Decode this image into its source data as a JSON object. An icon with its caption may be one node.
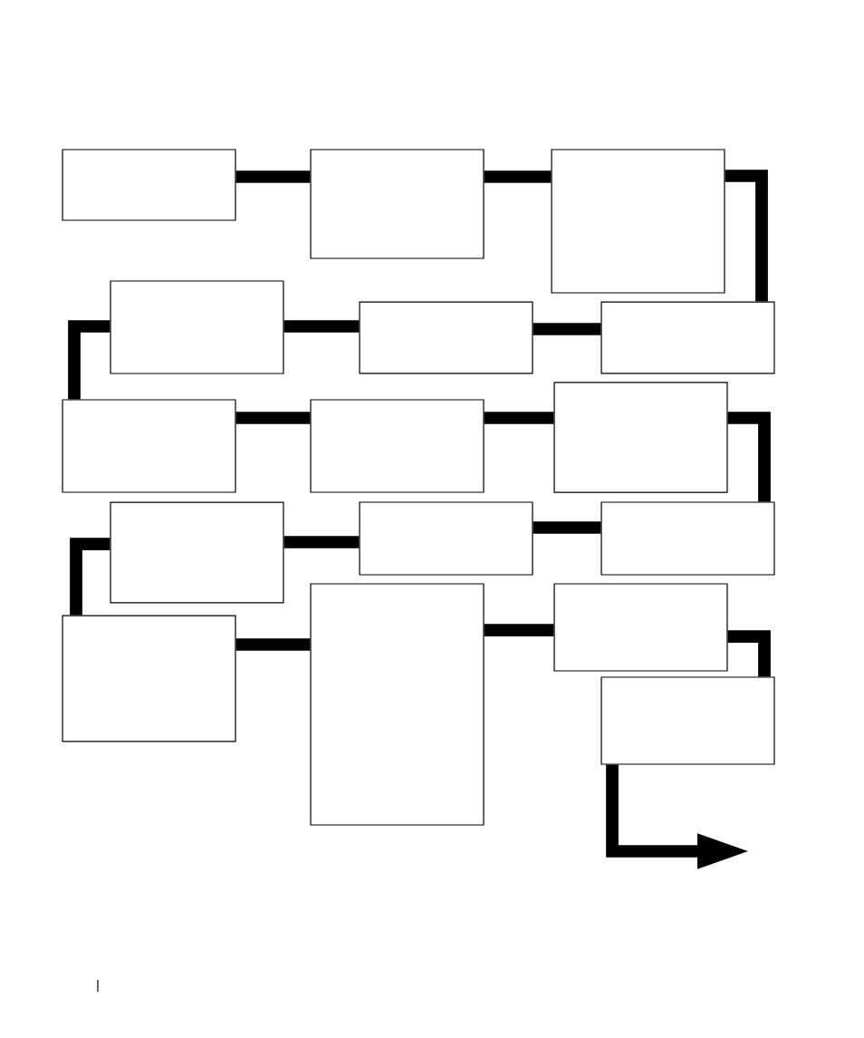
{
  "diagram": {
    "nodes": [
      {
        "text": [],
        "shape": "box"
      },
      {
        "text": [],
        "shape": "box"
      },
      {
        "text": [],
        "shape": "box"
      },
      {
        "text": [],
        "shape": "box"
      },
      {
        "text": [],
        "shape": "box"
      },
      {
        "text": [],
        "shape": "box"
      },
      {
        "text": [],
        "shape": "box"
      },
      {
        "text": [],
        "shape": "box"
      },
      {
        "text": [],
        "shape": "box"
      },
      {
        "text": [],
        "shape": "box"
      },
      {
        "text": [],
        "shape": "box"
      },
      {
        "text": [],
        "shape": "box"
      },
      {
        "text": [],
        "shape": "box"
      },
      {
        "text": [],
        "shape": "box"
      },
      {
        "text": [],
        "shape": "box"
      },
      {
        "text": [],
        "shape": "box"
      }
    ],
    "edges": [
      {
        "from": 0,
        "to": 1,
        "arrow": "none"
      },
      {
        "from": 1,
        "to": 2,
        "arrow": "none"
      },
      {
        "from": 2,
        "to": 5,
        "arrow": "none"
      },
      {
        "from": 5,
        "to": 4,
        "arrow": "none"
      },
      {
        "from": 4,
        "to": 3,
        "arrow": "none"
      },
      {
        "from": 3,
        "to": 6,
        "arrow": "none"
      },
      {
        "from": 6,
        "to": 7,
        "arrow": "none"
      },
      {
        "from": 7,
        "to": 8,
        "arrow": "none"
      },
      {
        "from": 8,
        "to": 11,
        "arrow": "none"
      },
      {
        "from": 11,
        "to": 10,
        "arrow": "none"
      },
      {
        "from": 10,
        "to": 9,
        "arrow": "none"
      },
      {
        "from": 9,
        "to": 12,
        "arrow": "none"
      },
      {
        "from": 12,
        "to": 13,
        "arrow": "none"
      },
      {
        "from": 13,
        "to": 14,
        "arrow": "none"
      },
      {
        "from": 14,
        "to": 15,
        "arrow": "none"
      },
      {
        "from": 15,
        "to": null,
        "arrow": "to"
      }
    ]
  }
}
